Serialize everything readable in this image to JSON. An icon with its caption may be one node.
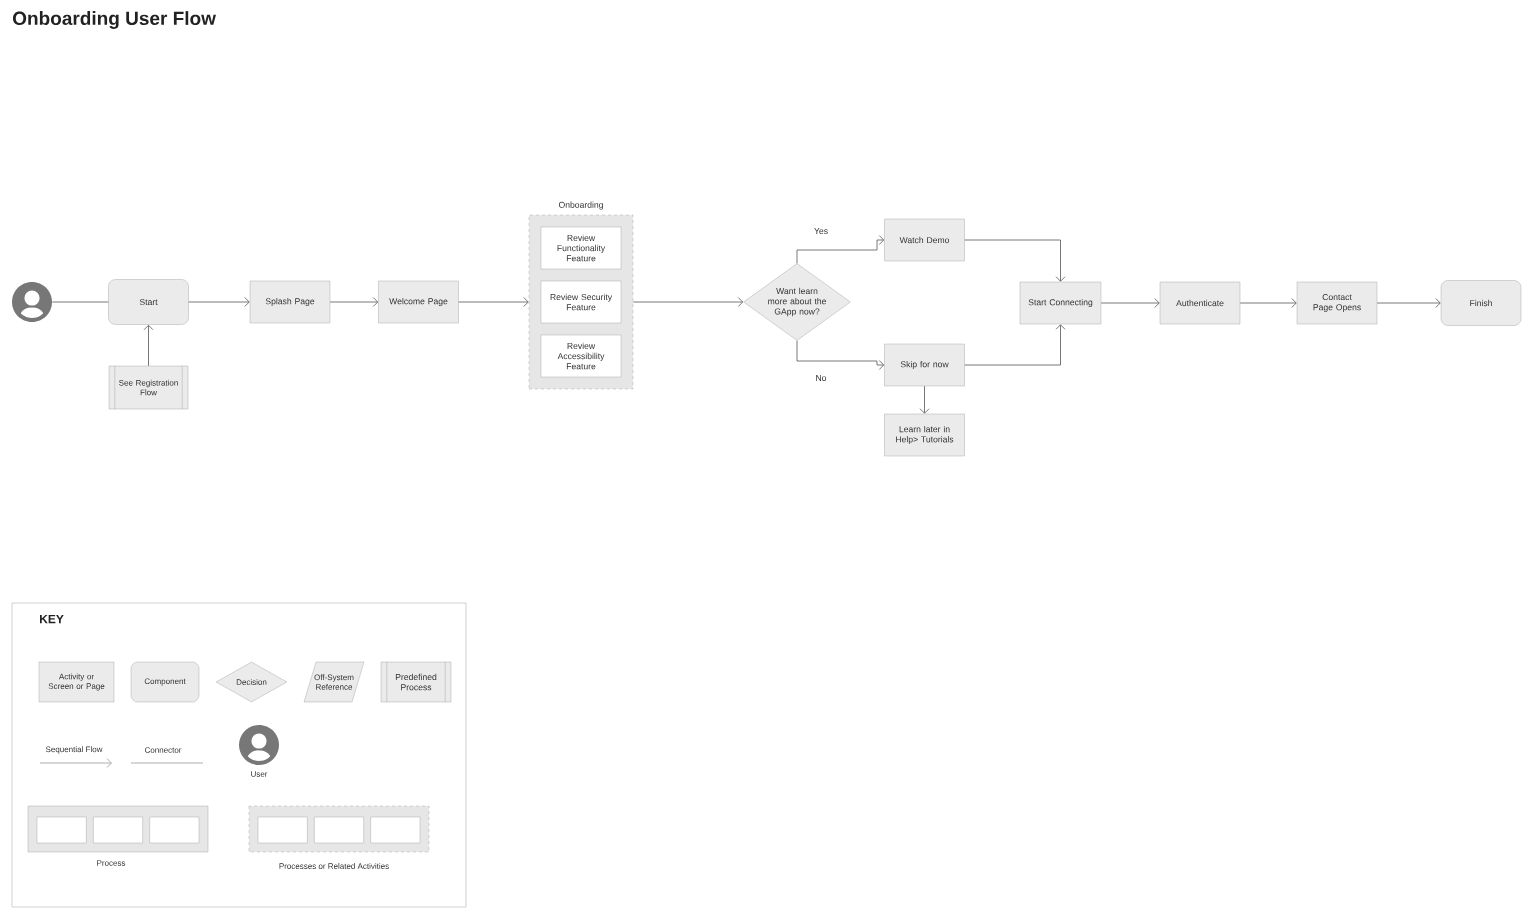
{
  "diagram": {
    "title": "Onboarding User Flow",
    "nodes": [
      {
        "text": [],
        "shape": "person"
      },
      {
        "text": [
          "Start"
        ]
      },
      {
        "text": [
          "See Registration Flow"
        ]
      },
      {
        "text": [
          "Splash Page"
        ]
      },
      {
        "text": [
          "Welcome Page"
        ]
      },
      {
        "text": [
          "Onboarding"
        ]
      },
      {
        "text": [
          "Review Functionality Feature"
        ],
        "in": 5
      },
      {
        "text": [
          "Review Security Feature"
        ],
        "in": 5
      },
      {
        "text": [
          "Review Accessibility Feature"
        ],
        "in": 5
      },
      {
        "text": [
          "Want learn more about the GApp now?"
        ]
      },
      {
        "text": [
          "Watch Demo"
        ]
      },
      {
        "text": [
          "Skip for now"
        ]
      },
      {
        "text": [
          "Learn later in Help> Tutorials"
        ]
      },
      {
        "text": [
          "Start Connecting"
        ]
      },
      {
        "text": [
          "Authenticate"
        ]
      },
      {
        "text": [
          "Contact Page Opens"
        ]
      },
      {
        "text": [
          "Finish"
        ]
      }
    ],
    "edges": [
      {
        "from": 0,
        "to": 1,
        "arrow": "none"
      },
      {
        "from": 2,
        "to": 1,
        "arrow": "to"
      },
      {
        "from": 1,
        "to": 3,
        "arrow": "to"
      },
      {
        "from": 3,
        "to": 4,
        "arrow": "to"
      },
      {
        "from": 4,
        "to": 5,
        "arrow": "to"
      },
      {
        "from": 5,
        "to": 9,
        "arrow": "to"
      },
      {
        "from": 9,
        "to": 10,
        "arrow": "to",
        "label": "Yes"
      },
      {
        "from": 9,
        "to": 11,
        "arrow": "to",
        "label": "No"
      },
      {
        "from": 11,
        "to": 12,
        "arrow": "to"
      },
      {
        "from": 10,
        "to": 13,
        "arrow": "to"
      },
      {
        "from": 11,
        "to": 13,
        "arrow": "to"
      },
      {
        "from": 13,
        "to": 14,
        "arrow": "to"
      },
      {
        "from": 14,
        "to": 15,
        "arrow": "to"
      },
      {
        "from": 15,
        "to": 16,
        "arrow": "to"
      }
    ],
    "labels": [
      "KEY"
    ],
    "legend": [
      {
        "text": "Activity or Screen or Page"
      },
      {
        "text": "Component"
      },
      {
        "text": "Decision"
      },
      {
        "text": "Off-System Reference"
      },
      {
        "text": "Predefined Process"
      },
      {
        "text": "Sequential Flow"
      },
      {
        "text": "Connector"
      },
      {
        "text": "User"
      },
      {
        "text": "Process"
      },
      {
        "text": "Processes or Related Activities"
      }
    ]
  }
}
